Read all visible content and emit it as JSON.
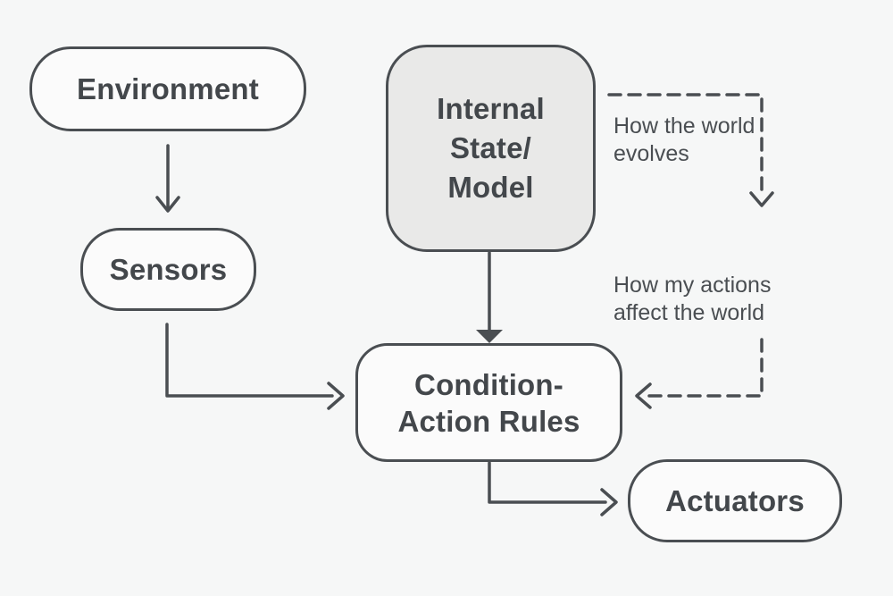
{
  "nodes": {
    "environment": {
      "label": "Environment"
    },
    "sensors": {
      "label": "Sensors"
    },
    "internal_state_model": {
      "lines": [
        "Internal",
        "State/",
        "Model"
      ]
    },
    "condition_action_rules": {
      "lines": [
        "Condition-",
        "Action Rules"
      ]
    },
    "actuators": {
      "label": "Actuators"
    }
  },
  "annotations": {
    "how_world_evolves": {
      "lines": [
        "How the world",
        "evolves"
      ]
    },
    "how_actions_affect": {
      "lines": [
        "How my actions",
        "affect the world"
      ]
    }
  },
  "edges": [
    {
      "from": "environment",
      "to": "sensors",
      "style": "solid-arrow"
    },
    {
      "from": "sensors",
      "to": "condition_action_rules",
      "style": "solid-elbow-arrow"
    },
    {
      "from": "internal_state_model",
      "to": "condition_action_rules",
      "style": "solid-arrow-filled-head"
    },
    {
      "from": "condition_action_rules",
      "to": "actuators",
      "style": "solid-elbow-arrow"
    },
    {
      "from": "internal_state_model",
      "to": "condition_action_rules",
      "label": "How the world evolves",
      "style": "dashed-elbow-arrow"
    },
    {
      "from": "internal_state_model",
      "to": "condition_action_rules",
      "label": "How my actions affect the world",
      "style": "dashed-elbow-arrow"
    }
  ],
  "colors": {
    "background": "#f6f7f7",
    "stroke": "#4a4e52",
    "node_fill": "#fbfbfb",
    "internal_state_fill": "#e9e9e8",
    "text": "#43474b"
  }
}
